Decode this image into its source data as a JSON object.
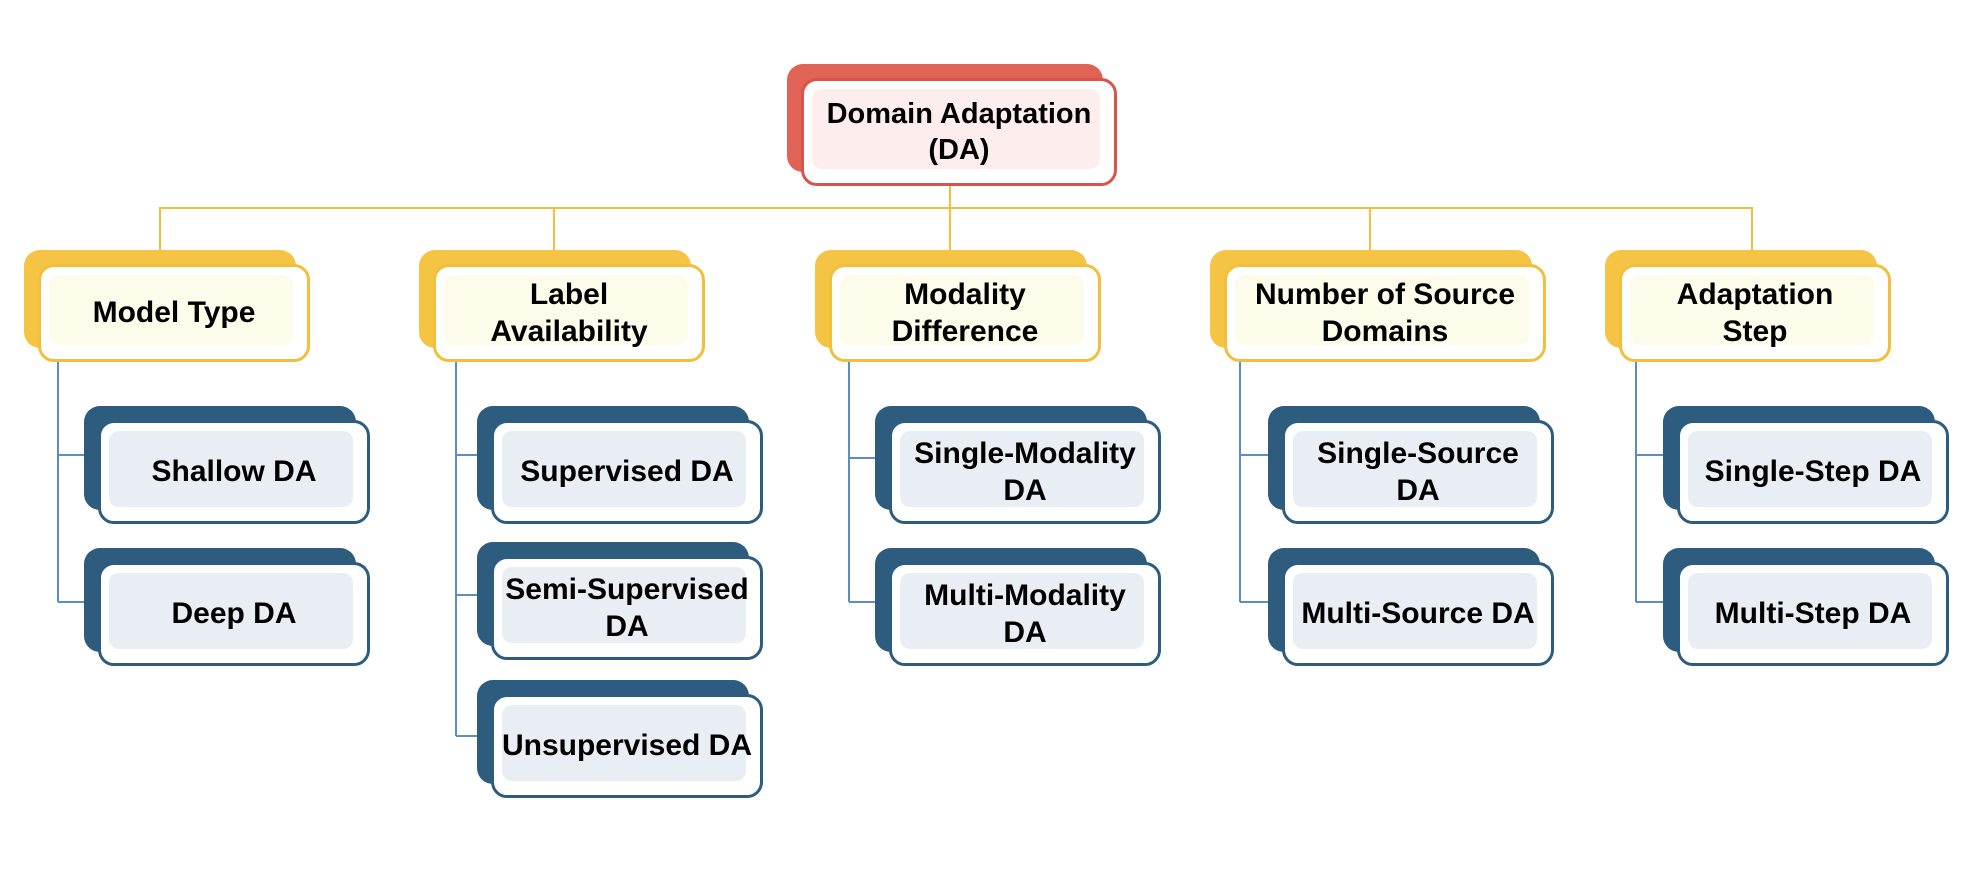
{
  "root": {
    "label": "Domain Adaptation (DA)"
  },
  "categories": [
    {
      "label": "Model Type",
      "children": [
        "Shallow DA",
        "Deep DA"
      ]
    },
    {
      "label": "Label Availability",
      "children": [
        "Supervised DA",
        "Semi-Supervised DA",
        "Unsupervised DA"
      ]
    },
    {
      "label": "Modality Difference",
      "children": [
        "Single-Modality DA",
        "Multi-Modality DA"
      ]
    },
    {
      "label": "Number of Source Domains",
      "children": [
        "Single-Source DA",
        "Multi-Source DA"
      ]
    },
    {
      "label": "Adaptation Step",
      "children": [
        "Single-Step DA",
        "Multi-Step DA"
      ]
    }
  ],
  "colors": {
    "root_accent": "#e06355",
    "category_accent": "#f5c445",
    "leaf_accent": "#2e5c7e",
    "category_connector": "#f2bf3d",
    "leaf_connector": "#5a8fc4"
  }
}
